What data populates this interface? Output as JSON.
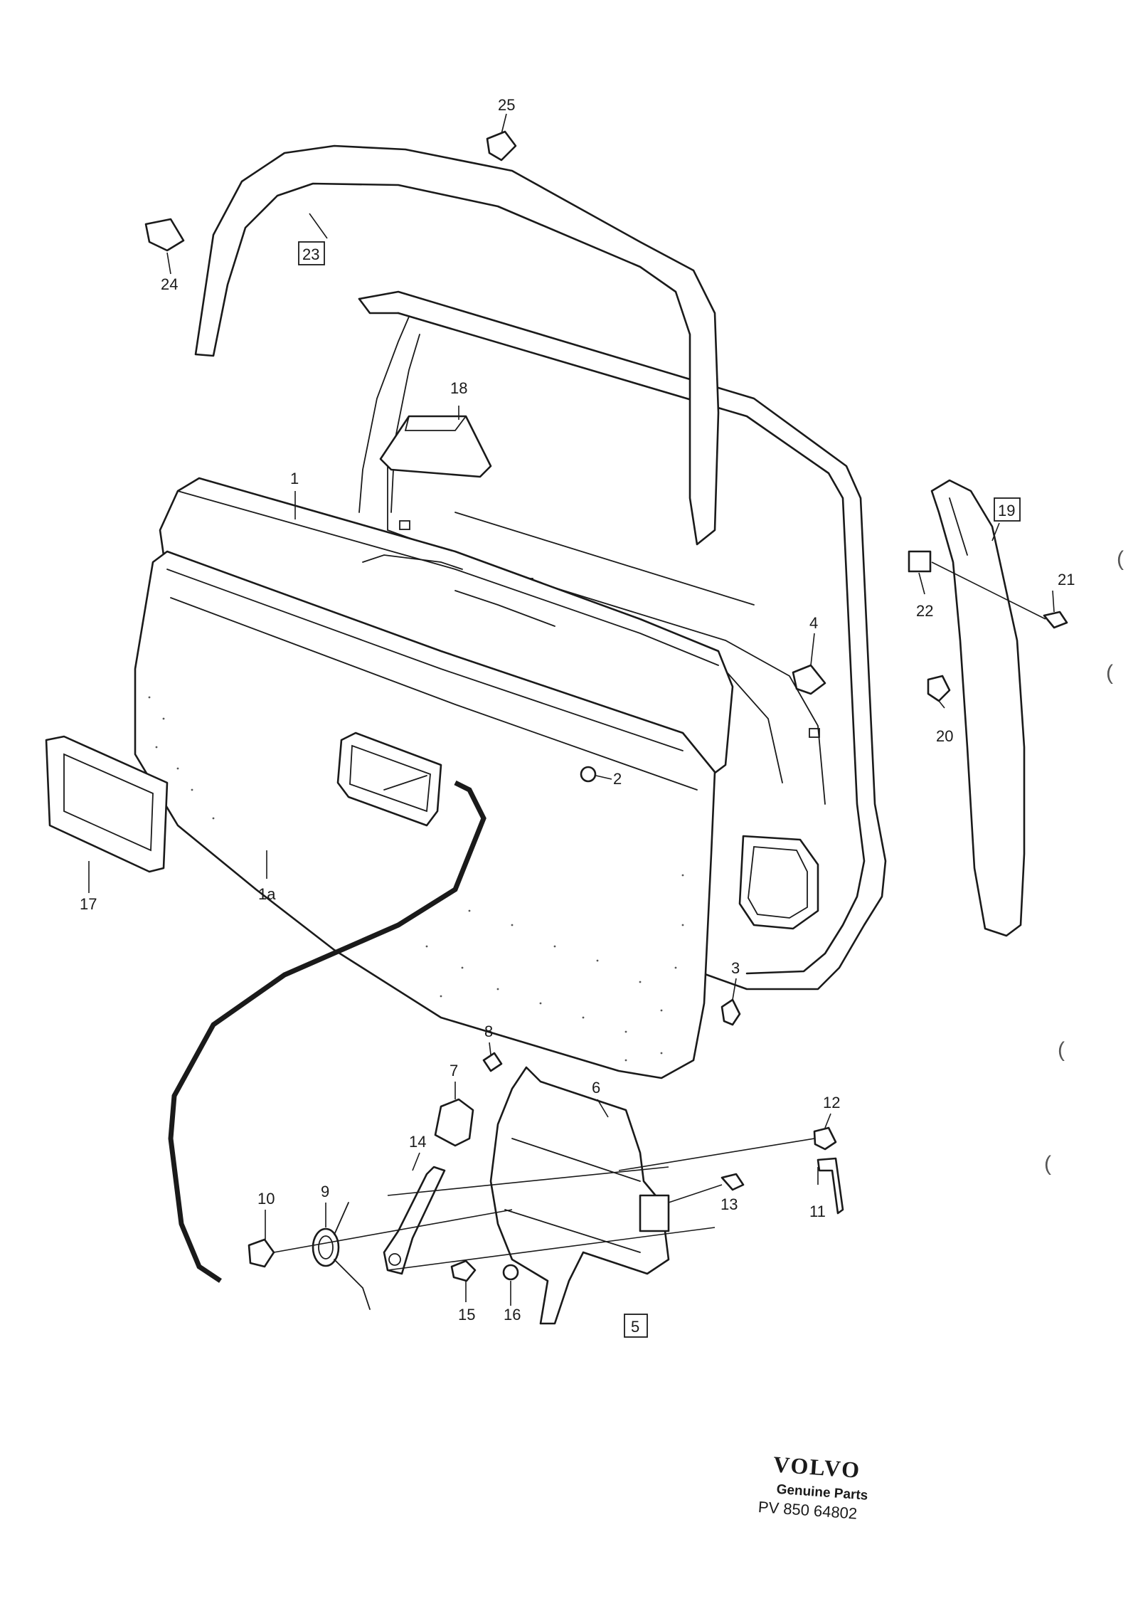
{
  "diagram": {
    "callouts": {
      "c1": "1",
      "c1a": "1a",
      "c2": "2",
      "c3": "3",
      "c4": "4",
      "c5": "5",
      "c6": "6",
      "c7": "7",
      "c8": "8",
      "c9": "9",
      "c10": "10",
      "c11": "11",
      "c12": "12",
      "c13": "13",
      "c14": "14",
      "c15": "15",
      "c16": "16",
      "c17": "17",
      "c18": "18",
      "c19": "19",
      "c20": "20",
      "c21": "21",
      "c22": "22",
      "c23": "23",
      "c24": "24",
      "c25": "25"
    },
    "brand": {
      "logo": "VOLVO",
      "tagline": "Genuine Parts",
      "reference": "PV 850 64802"
    },
    "margin_marks": [
      "(",
      "(",
      "(",
      "("
    ]
  }
}
